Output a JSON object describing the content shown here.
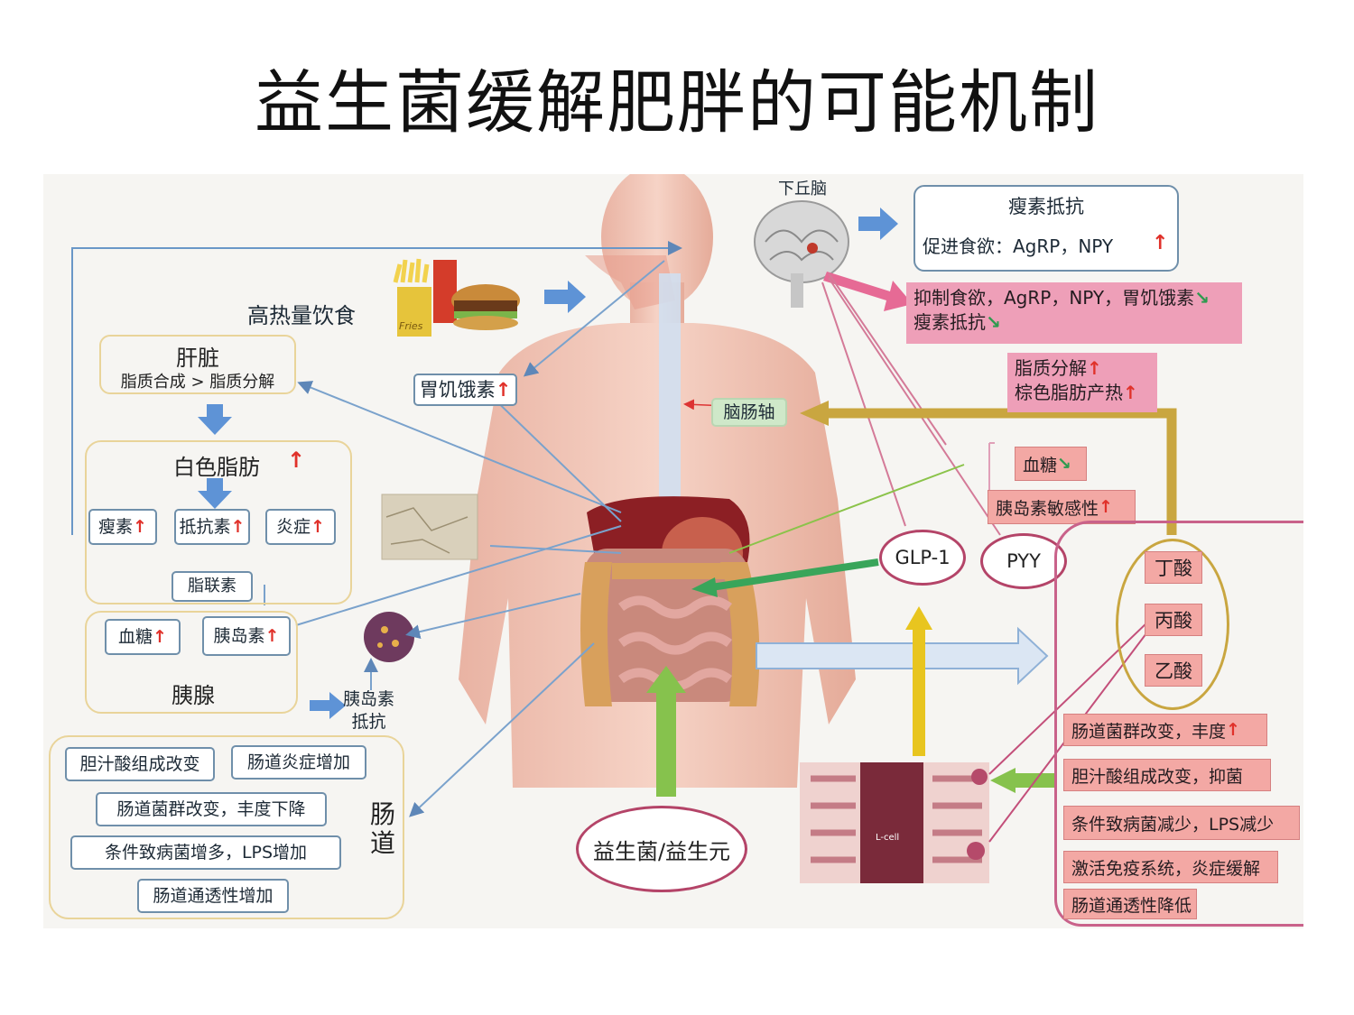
{
  "title": "益生菌缓解肥胖的可能机制",
  "left": {
    "high_cal_diet": "高热量饮食",
    "ghrelin": "胃饥饿素",
    "liver": {
      "title": "肝脏",
      "detail": "脂质合成 > 脂质分解"
    },
    "white_fat": {
      "title": "白色脂肪",
      "items": [
        "瘦素",
        "抵抗素",
        "炎症"
      ],
      "adiponectin": "脂联素"
    },
    "pancreas": {
      "items": [
        "血糖",
        "胰岛素"
      ],
      "title": "胰腺"
    },
    "insulin_resistance": "胰岛素\n抵抗",
    "gut": {
      "title": "肠\n道",
      "items": [
        "胆汁酸组成改变",
        "肠道炎症增加",
        "肠道菌群改变，丰度下降",
        "条件致病菌增多，LPS增加",
        "肠道通透性增加"
      ]
    }
  },
  "center": {
    "food_label": "Fries",
    "brain_gut_axis": "脑肠轴",
    "probiotics": "益生菌/益生元",
    "glp1": "GLP-1",
    "pyy": "PYY",
    "lcell": "L-cell"
  },
  "right": {
    "hypothalamus": "下丘脑",
    "leptin_resistance": {
      "title": "瘦素抵抗",
      "detail": "促进食欲：AgRP，NPY"
    },
    "suppress": {
      "line1": "抑制食欲，AgRP，NPY，胃饥饿素",
      "line2": "瘦素抵抗"
    },
    "lipolysis": {
      "line1": "脂质分解",
      "line2": "棕色脂肪产热"
    },
    "blood_sugar": "血糖",
    "insulin_sens": "胰岛素敏感性",
    "scfa": [
      "丁酸",
      "丙酸",
      "乙酸"
    ],
    "effects": [
      "肠道菌群改变，丰度",
      "胆汁酸组成改变，抑菌",
      "条件致病菌减少，LPS减少",
      "激活免疫系统，炎症缓解",
      "肠道通透性降低"
    ]
  },
  "colors": {
    "up_arrow": "#e0312a",
    "down_arrow": "#2f9a4f",
    "pink": "#ee9fb8",
    "salmon": "#f3a8a4",
    "gold": "#c9a640",
    "magenta": "#b44468",
    "blue_border": "#6f8faa"
  }
}
